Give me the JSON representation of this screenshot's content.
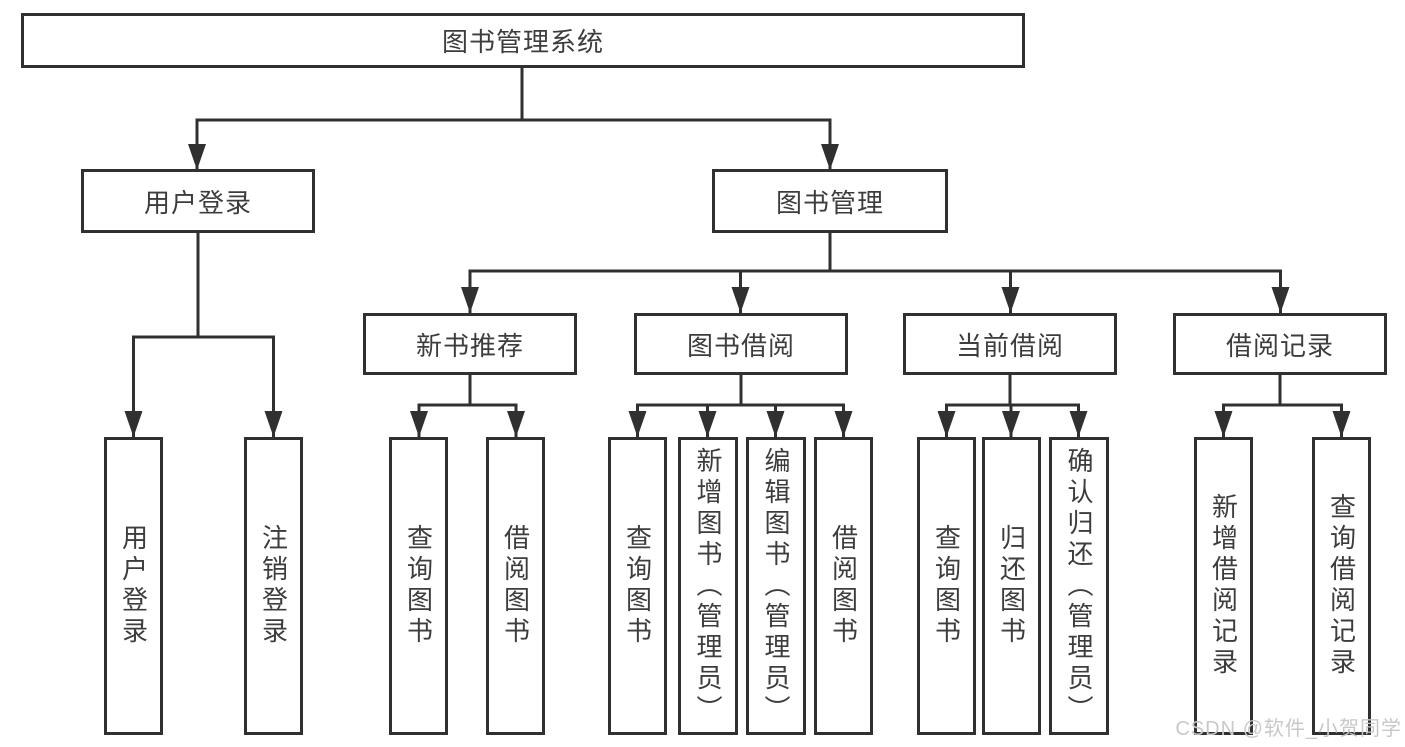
{
  "diagram": {
    "title": "图书管理系统",
    "tree": {
      "label": "图书管理系统",
      "children": [
        {
          "label": "用户登录",
          "children": [
            {
              "label": "用户登录"
            },
            {
              "label": "注销登录"
            }
          ]
        },
        {
          "label": "图书管理",
          "children": [
            {
              "label": "新书推荐",
              "children": [
                {
                  "label": "查询图书"
                },
                {
                  "label": "借阅图书"
                }
              ]
            },
            {
              "label": "图书借阅",
              "children": [
                {
                  "label": "查询图书"
                },
                {
                  "label": "新增图书（管理员）"
                },
                {
                  "label": "编辑图书（管理员）"
                },
                {
                  "label": "借阅图书"
                }
              ]
            },
            {
              "label": "当前借阅",
              "children": [
                {
                  "label": "查询图书"
                },
                {
                  "label": "归还图书"
                },
                {
                  "label": "确认归还（管理员）"
                }
              ]
            },
            {
              "label": "借阅记录",
              "children": [
                {
                  "label": "新增借阅记录"
                },
                {
                  "label": "查询借阅记录"
                }
              ]
            }
          ]
        }
      ]
    },
    "watermark": "CSDN @软件_小贺同学",
    "colors": {
      "line": "#303030",
      "text": "#3d3d3d",
      "background": "#ffffff",
      "watermark": "#c8c8c8"
    }
  }
}
